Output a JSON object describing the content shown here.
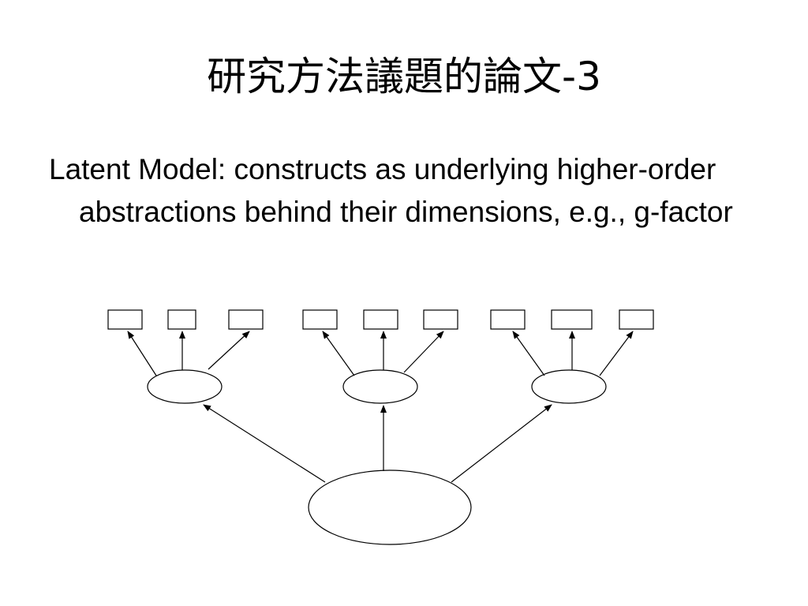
{
  "slide": {
    "title": "研究方法議題的論文-3",
    "body_text": "Latent Model: constructs as underlying higher-order abstractions behind their dimensions, e.g., g-factor"
  },
  "diagram": {
    "type": "hierarchical factor model",
    "groups": [
      {
        "indicator_count": 3
      },
      {
        "indicator_count": 3
      },
      {
        "indicator_count": 3
      }
    ],
    "second_order_factor_count": 1,
    "line_color": "#000000",
    "fill_color": "#ffffff"
  }
}
